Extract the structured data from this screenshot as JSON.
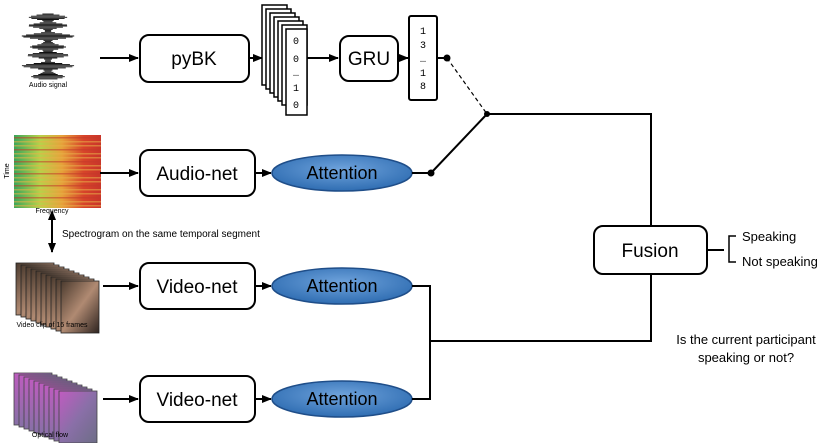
{
  "captions": {
    "audio_signal": "Audio signal",
    "time": "Time",
    "frequency": "Frequency",
    "spectrogram_note": "Spectrogram on the same temporal segment",
    "video_clip": "Video clip of 16 frames",
    "optical_flow": "Optical flow"
  },
  "boxes": {
    "pybk": "pyBK",
    "gru": "GRU",
    "audio_net": "Audio-net",
    "video_net_1": "Video-net",
    "video_net_2": "Video-net",
    "fusion": "Fusion"
  },
  "attention": {
    "label_audio": "Attention",
    "label_video": "Attention",
    "label_flow": "Attention"
  },
  "vectors": {
    "binary": [
      "0",
      "0",
      "…",
      "1",
      "0"
    ],
    "gru_out": [
      "1",
      "3",
      "…",
      "1",
      "8"
    ]
  },
  "outputs": {
    "speaking": "Speaking",
    "not_speaking": "Not speaking"
  },
  "question": {
    "line1": "Is the current participant",
    "line2": "speaking or not?"
  },
  "colors": {
    "attention_fill_light": "#a9c8ea",
    "attention_fill_dark": "#2f6db2",
    "attention_stroke": "#1f4e89"
  }
}
